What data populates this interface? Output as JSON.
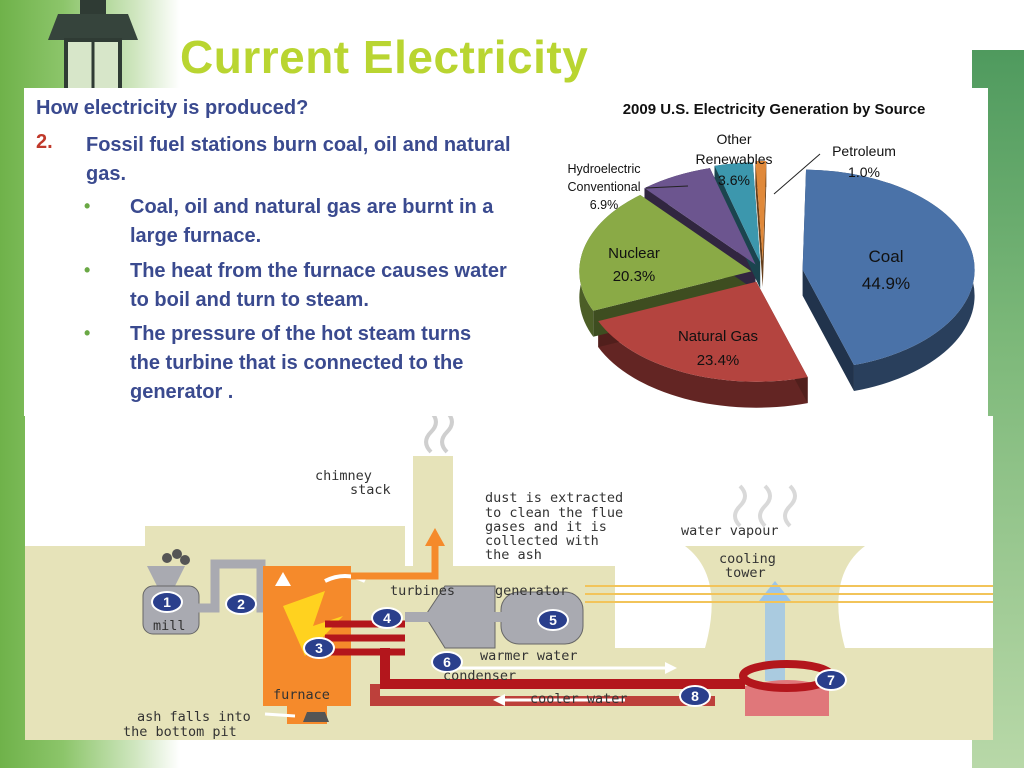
{
  "slide": {
    "title": "Current Electricity",
    "question": "How electricity is produced?",
    "point_number": "2.",
    "point_text": "Fossil fuel stations burn coal, oil and natural gas.",
    "bullets": [
      "Coal, oil and natural gas  are burnt in a large furnace.",
      "The heat from the furnace causes water to boil and turn to steam.",
      "The pressure of the hot steam turns the turbine that is connected to the generator ."
    ],
    "bullet_symbol": "•"
  },
  "chart_data": {
    "type": "pie",
    "title": "2009 U.S. Electricity Generation by Source",
    "slices": [
      {
        "name": "Coal",
        "value": 44.9,
        "label": "44.9%",
        "color": "#4a72a8"
      },
      {
        "name": "Natural Gas",
        "value": 23.4,
        "label": "23.4%",
        "color": "#b4443f"
      },
      {
        "name": "Nuclear",
        "value": 20.3,
        "label": "20.3%",
        "color": "#8aaa46"
      },
      {
        "name": "Hydroelectric Conventional",
        "value": 6.9,
        "label": "6.9%",
        "color": "#6c558f"
      },
      {
        "name": "Other Renewables",
        "value": 3.6,
        "label": "3.6%",
        "color": "#3c97ad"
      },
      {
        "name": "Petroleum",
        "value": 1.0,
        "label": "1.0%",
        "color": "#e0893a"
      }
    ]
  },
  "diagram": {
    "labels": {
      "chimney1": "chimney",
      "chimney2": "stack",
      "dust1": "dust is extracted",
      "dust2": "to clean the flue",
      "dust3": "gases and it is",
      "dust4": "collected with",
      "dust5": "the ash",
      "vapour": "water vapour",
      "cooling1": "cooling",
      "cooling2": "tower",
      "turbines": "turbines",
      "generator": "generator",
      "warmer": "warmer water",
      "condenser": "condenser",
      "cooler": "cooler water",
      "furnace": "furnace",
      "ash1": "ash falls into",
      "ash2": "the bottom pit",
      "mill": "mill"
    },
    "steps": [
      "1",
      "2",
      "3",
      "4",
      "5",
      "6",
      "7",
      "8"
    ],
    "colors": {
      "ground": "#e6e3b9",
      "furnace": "#f58a2b",
      "pipe_hot": "#b3161c",
      "pipe_cool": "#a9aab1",
      "badge": "#2a3f8c"
    }
  }
}
